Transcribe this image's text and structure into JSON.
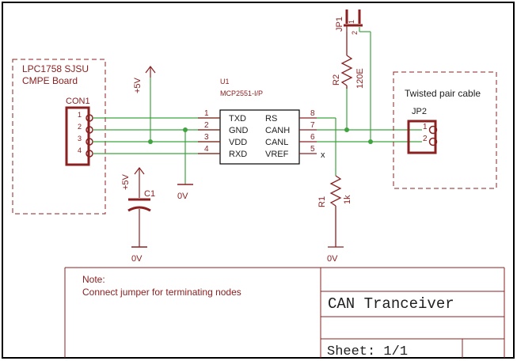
{
  "colors": {
    "frame": "#000000",
    "net": "#3fa33f",
    "symbol": "#8b2020",
    "text": "#202020",
    "junction": "#3fa33f",
    "dashed": "#8b2020"
  },
  "board": {
    "title_line1": "LPC1758 SJSU",
    "title_line2": "CMPE Board",
    "connector_name": "CON1",
    "pins": [
      "1",
      "2",
      "3",
      "4"
    ]
  },
  "power": {
    "vcc_label": "+5V",
    "vcc_label2": "+5V",
    "gnd_label_left": "0V",
    "gnd_label_cap": "0V",
    "gnd_label_r1": "0V"
  },
  "capacitor": {
    "name": "C1"
  },
  "ic": {
    "ref": "U1",
    "part": "MCP2551-I/P",
    "left_pins": [
      {
        "num": "1",
        "label": "TXD"
      },
      {
        "num": "2",
        "label": "GND"
      },
      {
        "num": "3",
        "label": "VDD"
      },
      {
        "num": "4",
        "label": "RXD"
      }
    ],
    "right_pins": [
      {
        "num": "8",
        "label": "RS"
      },
      {
        "num": "7",
        "label": "CANH"
      },
      {
        "num": "6",
        "label": "CANL"
      },
      {
        "num": "5",
        "label": "VREF"
      }
    ],
    "nc_mark": "x"
  },
  "resistors": {
    "r1_name": "R1",
    "r1_value": "1k",
    "r2_name": "R2",
    "r2_value": "120E"
  },
  "jumper": {
    "name": "JP1",
    "pin1": "1",
    "pin2": "2"
  },
  "cable": {
    "title": "Twisted pair cable",
    "connector_name": "JP2",
    "pins": [
      "1",
      "2"
    ]
  },
  "titleblock": {
    "note_heading": "Note:",
    "note_text": "Connect jumper for terminating nodes",
    "title": "CAN Tranceiver",
    "sheet": "Sheet: 1/1"
  }
}
